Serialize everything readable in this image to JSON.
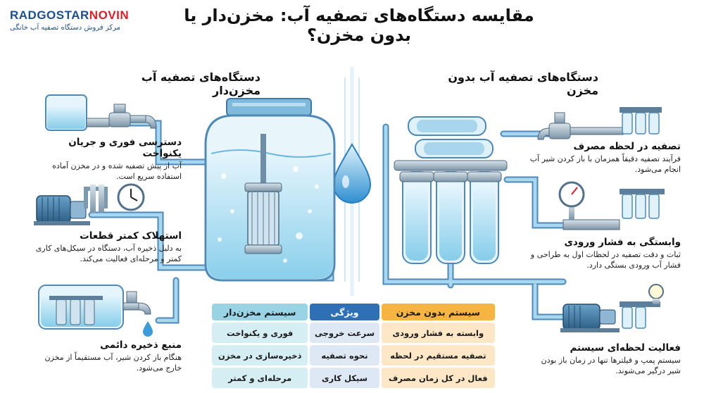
{
  "brand": {
    "name_main": "RADGOSTAR",
    "name_accent": "NOVIN",
    "tagline": "مرکز فروش دستگاه تصفیه آب خانگی"
  },
  "title": "مقایسه دستگاه‌های تصفیه آب: مخزن‌دار یا بدون مخزن؟",
  "tank_section": {
    "title": "دستگاه‌های تصفیه آب مخزن‌دار",
    "features": [
      {
        "title": "دسترسی فوری و جریان یکنواخت",
        "desc": "آب از پیش تصفیه شده و در مخزن آماده استفاده سریع است."
      },
      {
        "title": "استهلاک کمتر قطعات",
        "desc": "به دلیل ذخیره آب، دستگاه در سیکل‌های کاری کمتر و مرحله‌ای فعالیت می‌کند."
      },
      {
        "title": "منبع ذخیره دائمی",
        "desc": "هنگام باز کردن شیر، آب مستقیماً از مخزن خارج می‌شود."
      }
    ]
  },
  "tankless_section": {
    "title": "دستگاه‌های تصفیه آب بدون مخزن",
    "features": [
      {
        "title": "تصفیه در لحظه مصرف",
        "desc": "فرآیند تصفیه دقیقاً همزمان با باز کردن شیر آب انجام می‌شود."
      },
      {
        "title": "وابستگی به فشار ورودی",
        "desc": "ثبات و دقت تصفیه در لحظات اول به طراحی و فشار آب ورودی بستگی دارد."
      },
      {
        "title": "فعالیت لحظه‌ای سیستم",
        "desc": "سیستم پمپ و فیلترها تنها در زمان باز بودن شیر درگیر می‌شوند."
      }
    ]
  },
  "comparison_table": {
    "headers": {
      "tankless": "سیستم بدون مخزن",
      "feature": "ویژگی",
      "tank": "سیستم مخزن‌دار"
    },
    "rows": [
      {
        "tankless": "وابسته به فشار ورودی",
        "feature": "سرعت خروجی",
        "tank": "فوری و یکنواخت"
      },
      {
        "tankless": "تصفیه مستقیم در لحظه",
        "feature": "نحوه تصفیه",
        "tank": "ذخیره‌سازی در مخزن"
      },
      {
        "tankless": "فعال در کل زمان مصرف",
        "feature": "سیکل کاری",
        "tank": "مرحله‌ای و کمتر"
      }
    ]
  },
  "colors": {
    "pipe": "#9fd0ea",
    "pipe_stroke": "#4f89b8",
    "water": "#bfe6f5",
    "accent_orange": "#f6b443",
    "accent_blue": "#2f6fb5",
    "brand_red": "#d81f2a"
  }
}
